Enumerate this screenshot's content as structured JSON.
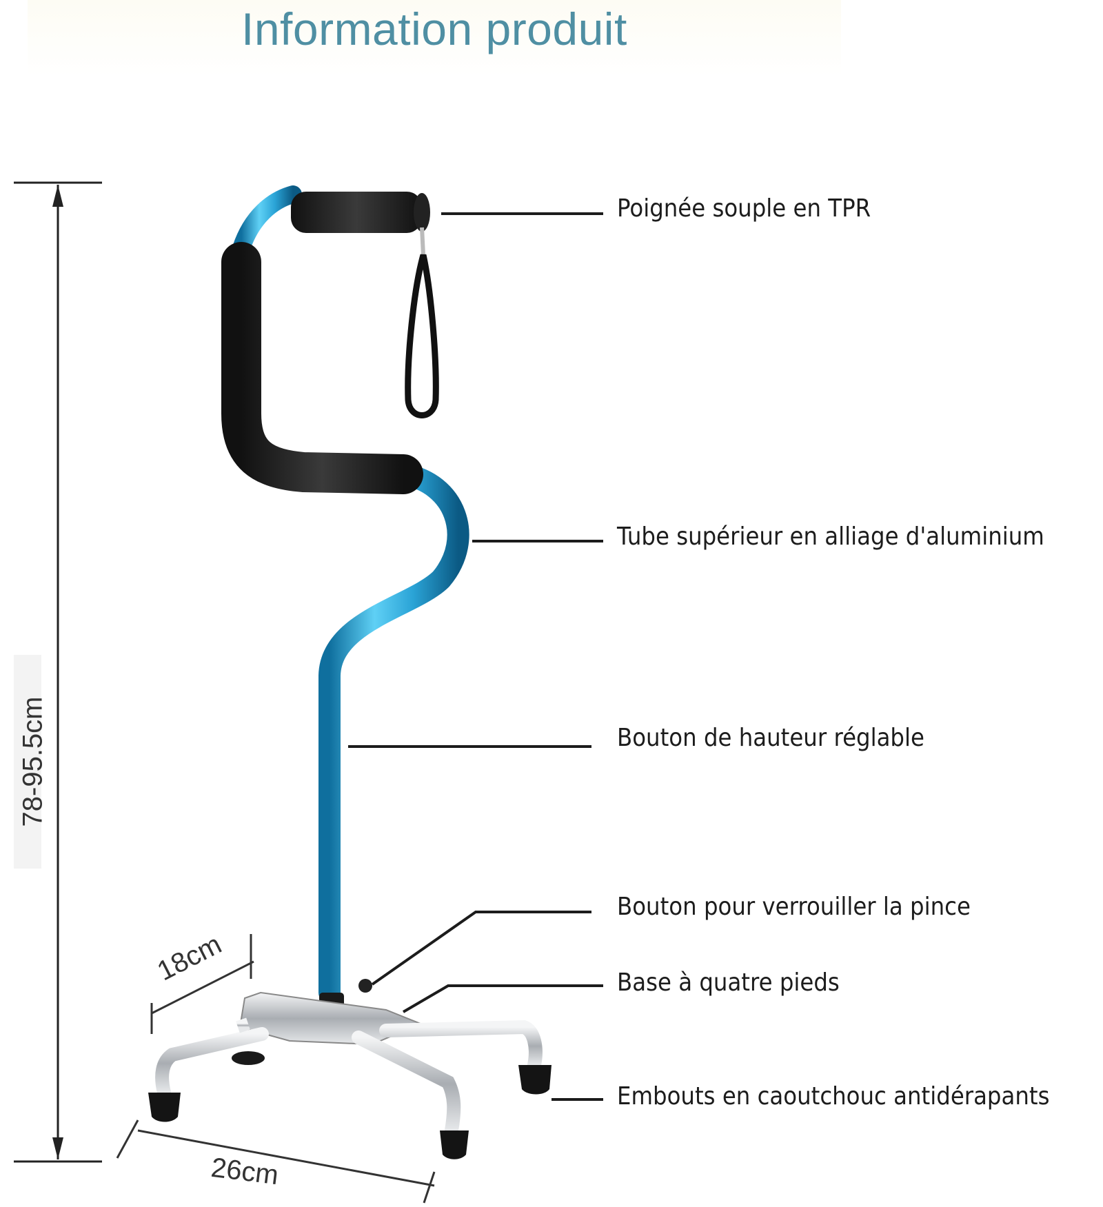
{
  "title": "Information produit",
  "labels": {
    "handle": "Poignée souple en TPR",
    "upper_tube": "Tube supérieur en alliage d'aluminium",
    "height_button": "Bouton de hauteur réglable",
    "clamp_button": "Bouton pour verrouiller la pince",
    "base": "Base à quatre pieds",
    "tips": "Embouts en caoutchouc antidérapants"
  },
  "dimensions": {
    "height": "78-95.5cm",
    "base_depth": "18cm",
    "base_width": "26cm"
  },
  "colors": {
    "title": "#4f8fa3",
    "tube": "#2aa3d6",
    "grip": "#1f1f1f",
    "chrome": "#c9ccd0"
  }
}
